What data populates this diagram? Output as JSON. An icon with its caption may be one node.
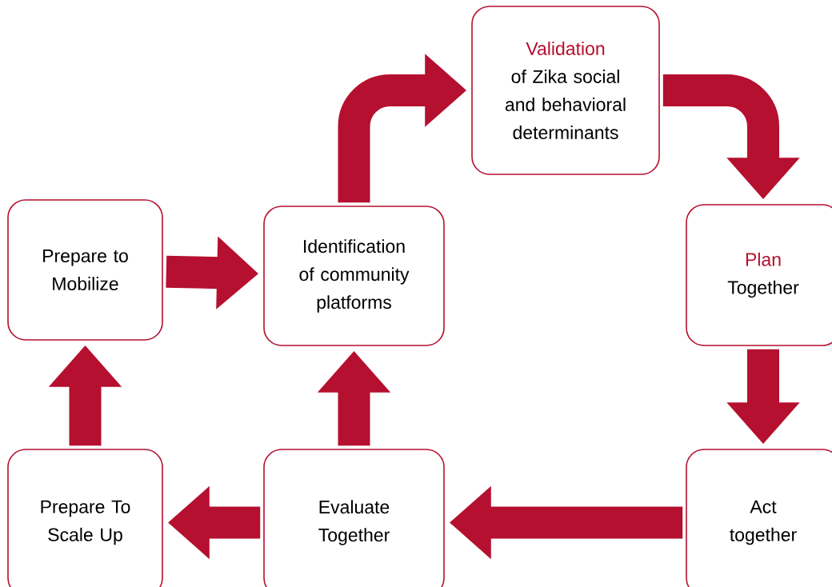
{
  "diagram": {
    "nodes": [
      {
        "text": [
          "Validation",
          "of Zika social and behavioral determinants"
        ]
      },
      {
        "text": [
          "Prepare to Mobilize"
        ]
      },
      {
        "text": [
          "Identification of community platforms"
        ]
      },
      {
        "text": [
          "Plan",
          "Together"
        ]
      },
      {
        "text": [
          "Prepare To Scale Up"
        ]
      },
      {
        "text": [
          "Evaluate Together"
        ]
      },
      {
        "text": [
          "Act together"
        ]
      }
    ],
    "edges": [
      {
        "from": 1,
        "to": 2,
        "arrow": "to"
      },
      {
        "from": 2,
        "to": 0,
        "arrow": "to"
      },
      {
        "from": 0,
        "to": 3,
        "arrow": "to"
      },
      {
        "from": 3,
        "to": 6,
        "arrow": "to"
      },
      {
        "from": 6,
        "to": 5,
        "arrow": "to"
      },
      {
        "from": 5,
        "to": 2,
        "arrow": "to"
      },
      {
        "from": 5,
        "to": 4,
        "arrow": "to"
      },
      {
        "from": 4,
        "to": 1,
        "arrow": "to"
      }
    ]
  }
}
